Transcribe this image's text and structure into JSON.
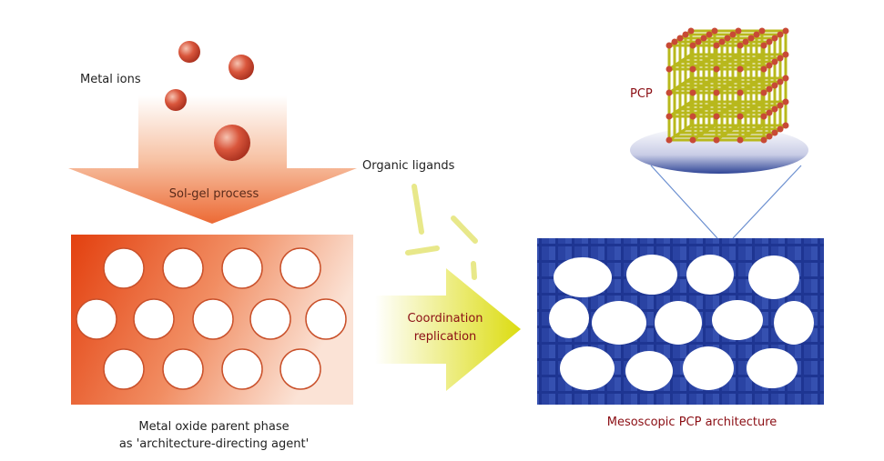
{
  "labels": {
    "metal_ions": "Metal ions",
    "sol_gel": "Sol-gel process",
    "organic_ligands": "Organic ligands",
    "parent_phase_line1": "Metal oxide parent phase",
    "parent_phase_line2": "as 'architecture-directing agent'",
    "coordination_line1": "Coordination",
    "coordination_line2": "replication",
    "pcp": "PCP",
    "mesoscopic": "Mesoscopic PCP architecture"
  },
  "colors": {
    "orange": "#e8541e",
    "yellow": "#e6e23a",
    "blue": "#1e3592",
    "label_red": "#8b0e14"
  }
}
